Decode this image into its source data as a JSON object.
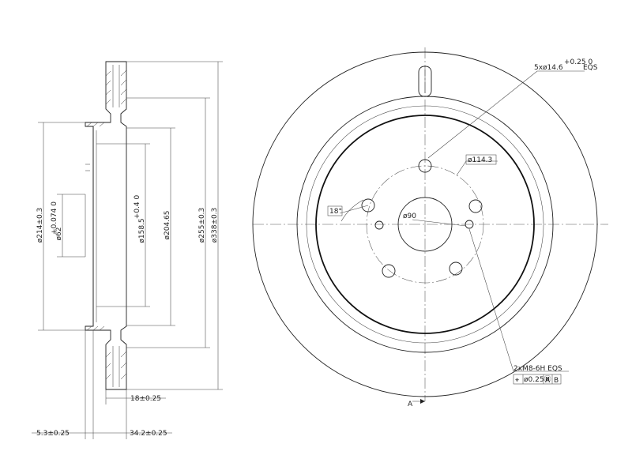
{
  "section_view": {
    "dim_outer_diameter": "ø338±0.3",
    "dim_friction_diameter": "ø255±0.3",
    "dim_inner_diameter": "ø204.65",
    "dim_hat_diameter": "ø158.5",
    "dim_hat_tol": "+0.4 0",
    "dim_mount_diameter": "ø214±0.3",
    "dim_center_bore": "ø62",
    "dim_center_bore_tol": "+0.074 0",
    "dim_thickness": "18±0.25",
    "dim_offset": "5.3±0.25",
    "dim_hat_height": "34.2±0.25"
  },
  "front_view": {
    "callout_holes": "5xø14.6",
    "callout_holes_tol": "+0.25 0",
    "callout_holes_eqs": "EQS",
    "dim_pcd": "ø114.3",
    "dim_bore": "ø90",
    "dim_angle": "18°",
    "callout_threads": "2xM8-6H EQS",
    "tol_frame_symbol": "⌖",
    "tol_frame_value": "ø0.25Ⓜ",
    "tol_frame_datum_a": "A",
    "tol_frame_datum_b": "B",
    "datum_a_label": "A"
  }
}
